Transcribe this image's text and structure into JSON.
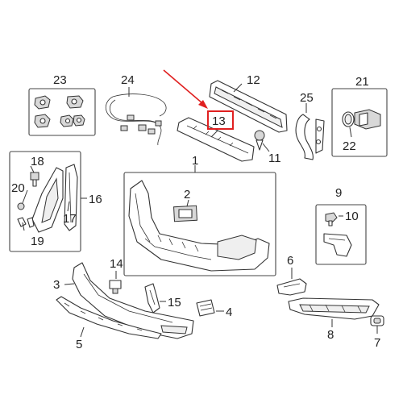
{
  "diagram": {
    "highlight_color": "#e02020",
    "callouts": {
      "p1": "1",
      "p2": "2",
      "p3": "3",
      "p4": "4",
      "p5": "5",
      "p6": "6",
      "p7": "7",
      "p8": "8",
      "p9": "9",
      "p10": "10",
      "p11": "11",
      "p12": "12",
      "p13": "13",
      "p14": "14",
      "p15": "15",
      "p16": "16",
      "p17": "17",
      "p18": "18",
      "p19": "19",
      "p20": "20",
      "p21": "21",
      "p22": "22",
      "p23": "23",
      "p24": "24",
      "p25": "25"
    }
  }
}
